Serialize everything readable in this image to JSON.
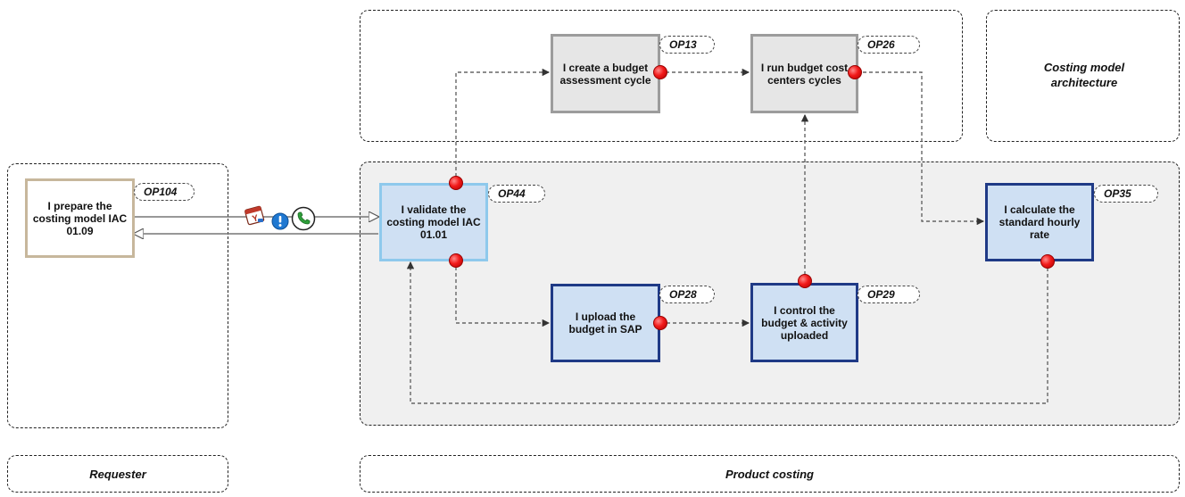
{
  "lanes": {
    "requester_label": "Requester",
    "product_costing_label": "Product costing",
    "architecture_title": "Costing model architecture"
  },
  "nodes": {
    "op104": {
      "text": "I prepare the costing model IAC 01.09",
      "tag": "OP104"
    },
    "op44": {
      "text": "I validate the costing model IAC 01.01",
      "tag": "OP44"
    },
    "op13": {
      "text": "I create a budget assessment cycle",
      "tag": "OP13"
    },
    "op26": {
      "text": "I run budget cost centers cycles",
      "tag": "OP26"
    },
    "op28": {
      "text": "I upload the budget in SAP",
      "tag": "OP28"
    },
    "op29": {
      "text": "I control the budget & activity uploaded",
      "tag": "OP29"
    },
    "op35": {
      "text": "I calculate the standard hourly rate",
      "tag": "OP35"
    }
  },
  "icons": [
    "calendar-icon",
    "info-icon",
    "phone-icon"
  ],
  "colors": {
    "blue_border": "#1f3a86",
    "blue_fill": "#cfe0f3",
    "grey_border": "#9c9c9c",
    "tan_border": "#c7b79c",
    "dot_red": "#f21a1a"
  }
}
